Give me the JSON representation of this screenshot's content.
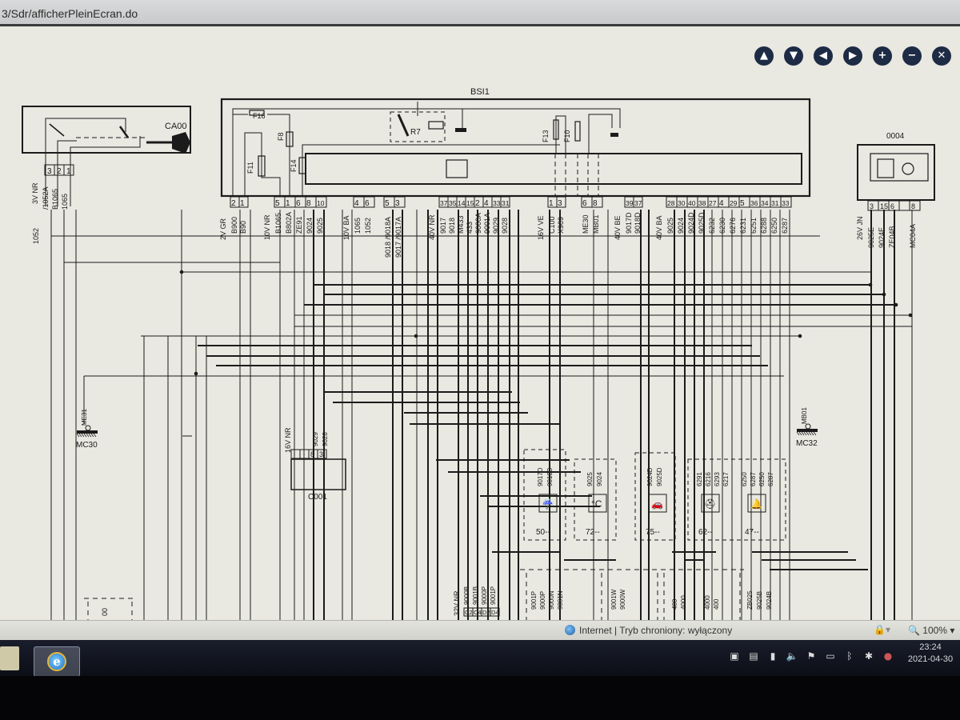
{
  "browser": {
    "url_text": "3/Sdr/afficherPleinEcran.do",
    "status_zone": "Internet | Tryb chroniony: wyłączony",
    "zoom_level": "100%"
  },
  "toolbar": {
    "buttons": [
      {
        "name": "up-icon",
        "glyph": "▲"
      },
      {
        "name": "down-icon",
        "glyph": "▼"
      },
      {
        "name": "left-icon",
        "glyph": "◀"
      },
      {
        "name": "right-icon",
        "glyph": "▶"
      },
      {
        "name": "zoom-in-icon",
        "glyph": "+"
      },
      {
        "name": "zoom-out-icon",
        "glyph": "−"
      },
      {
        "name": "fullscreen-icon",
        "glyph": "✕"
      }
    ]
  },
  "diagram": {
    "bsi_label": "BSI1",
    "ca00_label": "CA00",
    "module_0004_label": "0004",
    "c001_label": "C001",
    "mc30_label": "MC30",
    "mc32_label": "MC32",
    "me31_label": "ME31",
    "mb01_label": "MB01",
    "relay_label": "R7",
    "fuses": [
      "F16",
      "F8",
      "F11",
      "F14",
      "F13",
      "F10"
    ],
    "ca00_connector": {
      "color": "3V NR",
      "pins": [
        "3",
        "2",
        "1"
      ],
      "wires": [
        "/1052A",
        "B1065",
        "1065"
      ],
      "extra_wire": "1052"
    },
    "bsi_connectors": [
      {
        "color": "2V GR",
        "pins": [
          "2",
          "1"
        ],
        "wires": [
          "B900",
          "B90"
        ]
      },
      {
        "color": "10V NR",
        "pins": [
          "5",
          "1",
          "6",
          "8",
          "10"
        ],
        "wires": [
          "B1065",
          "B802A",
          "ZE91",
          "9024",
          "9025"
        ]
      },
      {
        "color": "10V BA",
        "pins": [
          "4",
          "6"
        ],
        "wires": [
          "1065",
          "1052"
        ]
      },
      {
        "color": "",
        "pins": [
          "5",
          "3"
        ],
        "wires": [
          "9018  /9018A",
          "9017  /9017A"
        ]
      },
      {
        "color": "40V NR",
        "pins": [
          "37",
          "35",
          "14",
          "15",
          "2",
          "4",
          "33",
          "31"
        ],
        "wires": [
          "9017",
          "9018",
          "M433",
          "433",
          "9000A",
          "9001A",
          "9029",
          "9028"
        ]
      },
      {
        "color": "16V VE",
        "pins": [
          "1",
          "3"
        ],
        "wires": [
          "C100",
          "X909"
        ]
      },
      {
        "color": "",
        "pins": [
          "6",
          "8"
        ],
        "wires": [
          "ME30",
          "MB01"
        ]
      },
      {
        "color": "40V BE",
        "pins": [
          "39",
          "37"
        ],
        "wires": [
          "9017D",
          "9018D"
        ]
      },
      {
        "color": "40V BA",
        "pins": [
          "28",
          "30",
          "40",
          "38",
          "27",
          "4",
          "29",
          "5",
          "36",
          "34",
          "31",
          "33"
        ],
        "wires": [
          "9025",
          "9024",
          "9024D",
          "9025D",
          "6232",
          "6230",
          "6276",
          "6231",
          "6251",
          "6288",
          "6250",
          "6287"
        ]
      }
    ],
    "module_0004_connector": {
      "color": "26V JN",
      "pins": [
        "3",
        "15",
        "6",
        "",
        "8"
      ],
      "wires": [
        "9025E",
        "9024E",
        "ZE04B",
        "",
        "MC04A"
      ]
    },
    "c001_connector": {
      "color": "16V NR",
      "pins": [
        "",
        "",
        "8",
        "3"
      ],
      "wires": [
        "9029",
        "9028"
      ]
    },
    "functions": [
      {
        "code": "50--",
        "icon": "rain-sensor-icon",
        "wires": [
          "9017D",
          "9018D"
        ]
      },
      {
        "code": "72--",
        "icon": "temperature-icon",
        "wires": [
          "9025",
          "9024"
        ]
      },
      {
        "code": "75--",
        "icon": "car-icon",
        "wires": [
          "9024D",
          "9025D"
        ]
      },
      {
        "code": "62--",
        "icon": "seatbelt-icon",
        "wires": [
          "6291",
          "6216",
          "6293",
          "6217"
        ]
      },
      {
        "code": "47--",
        "icon": "bell-icon",
        "wires": [
          "6250",
          "6287",
          "6250",
          "6287"
        ]
      }
    ],
    "bottom_connector": {
      "color": "32V NR",
      "pins": [
        "C2",
        "C4",
        "D2",
        "D4"
      ],
      "wires": [
        "9000B",
        "9001B",
        "9000P",
        "9001P"
      ]
    },
    "bottom_groups": [
      {
        "wires": [
          "9001P",
          "9000P",
          "9000N",
          "9001N"
        ]
      },
      {
        "wires": [
          "9001W",
          "9000W"
        ]
      },
      {
        "wires": [
          "400",
          "4000"
        ]
      },
      {
        "wires": [
          "4000",
          "400"
        ]
      },
      {
        "wires": [
          "ZB025",
          "9025B",
          "9024B"
        ]
      }
    ],
    "lower_left_label": "00"
  },
  "taskbar": {
    "time": "23:24",
    "date": "2021-04-30",
    "tray_icons": [
      "network-icon",
      "monitor-icon",
      "battery-icon",
      "volume-icon",
      "flag-icon",
      "display-icon",
      "bluetooth-icon",
      "update-icon",
      "status-icon"
    ]
  }
}
